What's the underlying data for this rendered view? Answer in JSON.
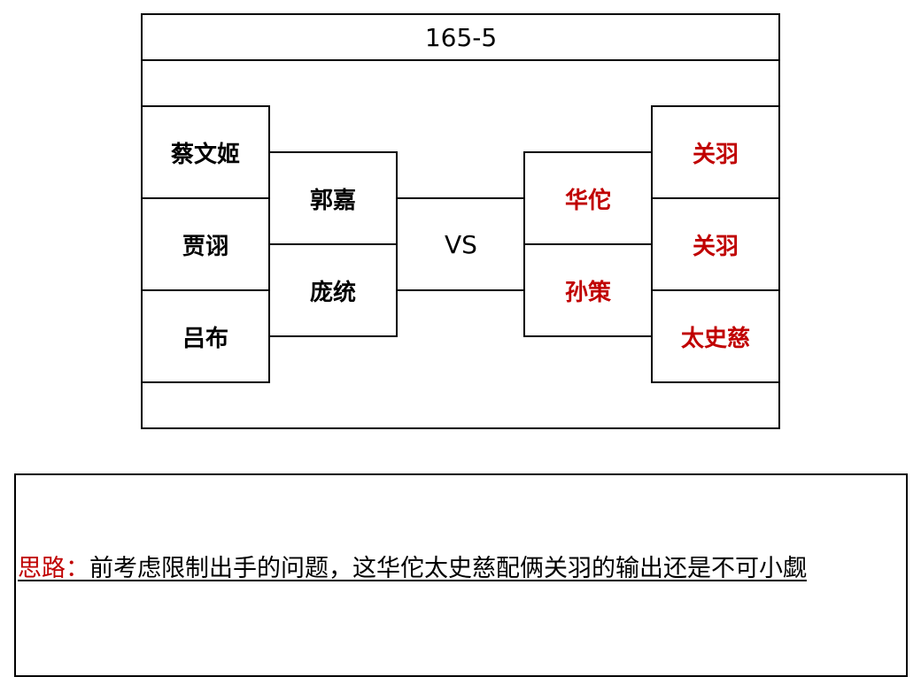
{
  "title": "165-5",
  "vs_label": "VS",
  "left_team": {
    "column1": [
      "蔡文姬",
      "贾诩",
      "吕布"
    ],
    "column2": [
      "郭嘉",
      "庞统"
    ]
  },
  "right_team": {
    "column1": [
      "华佗",
      "孙策"
    ],
    "column2": [
      "关羽",
      "关羽",
      "太史慈"
    ]
  },
  "note": {
    "label": "思路：",
    "text": "前考虑限制出手的问题，这华佗太史慈配俩关羽的输出还是不可小觑"
  },
  "colors": {
    "left_text": "#000000",
    "right_text": "#c00000",
    "note_label": "#c00000"
  }
}
